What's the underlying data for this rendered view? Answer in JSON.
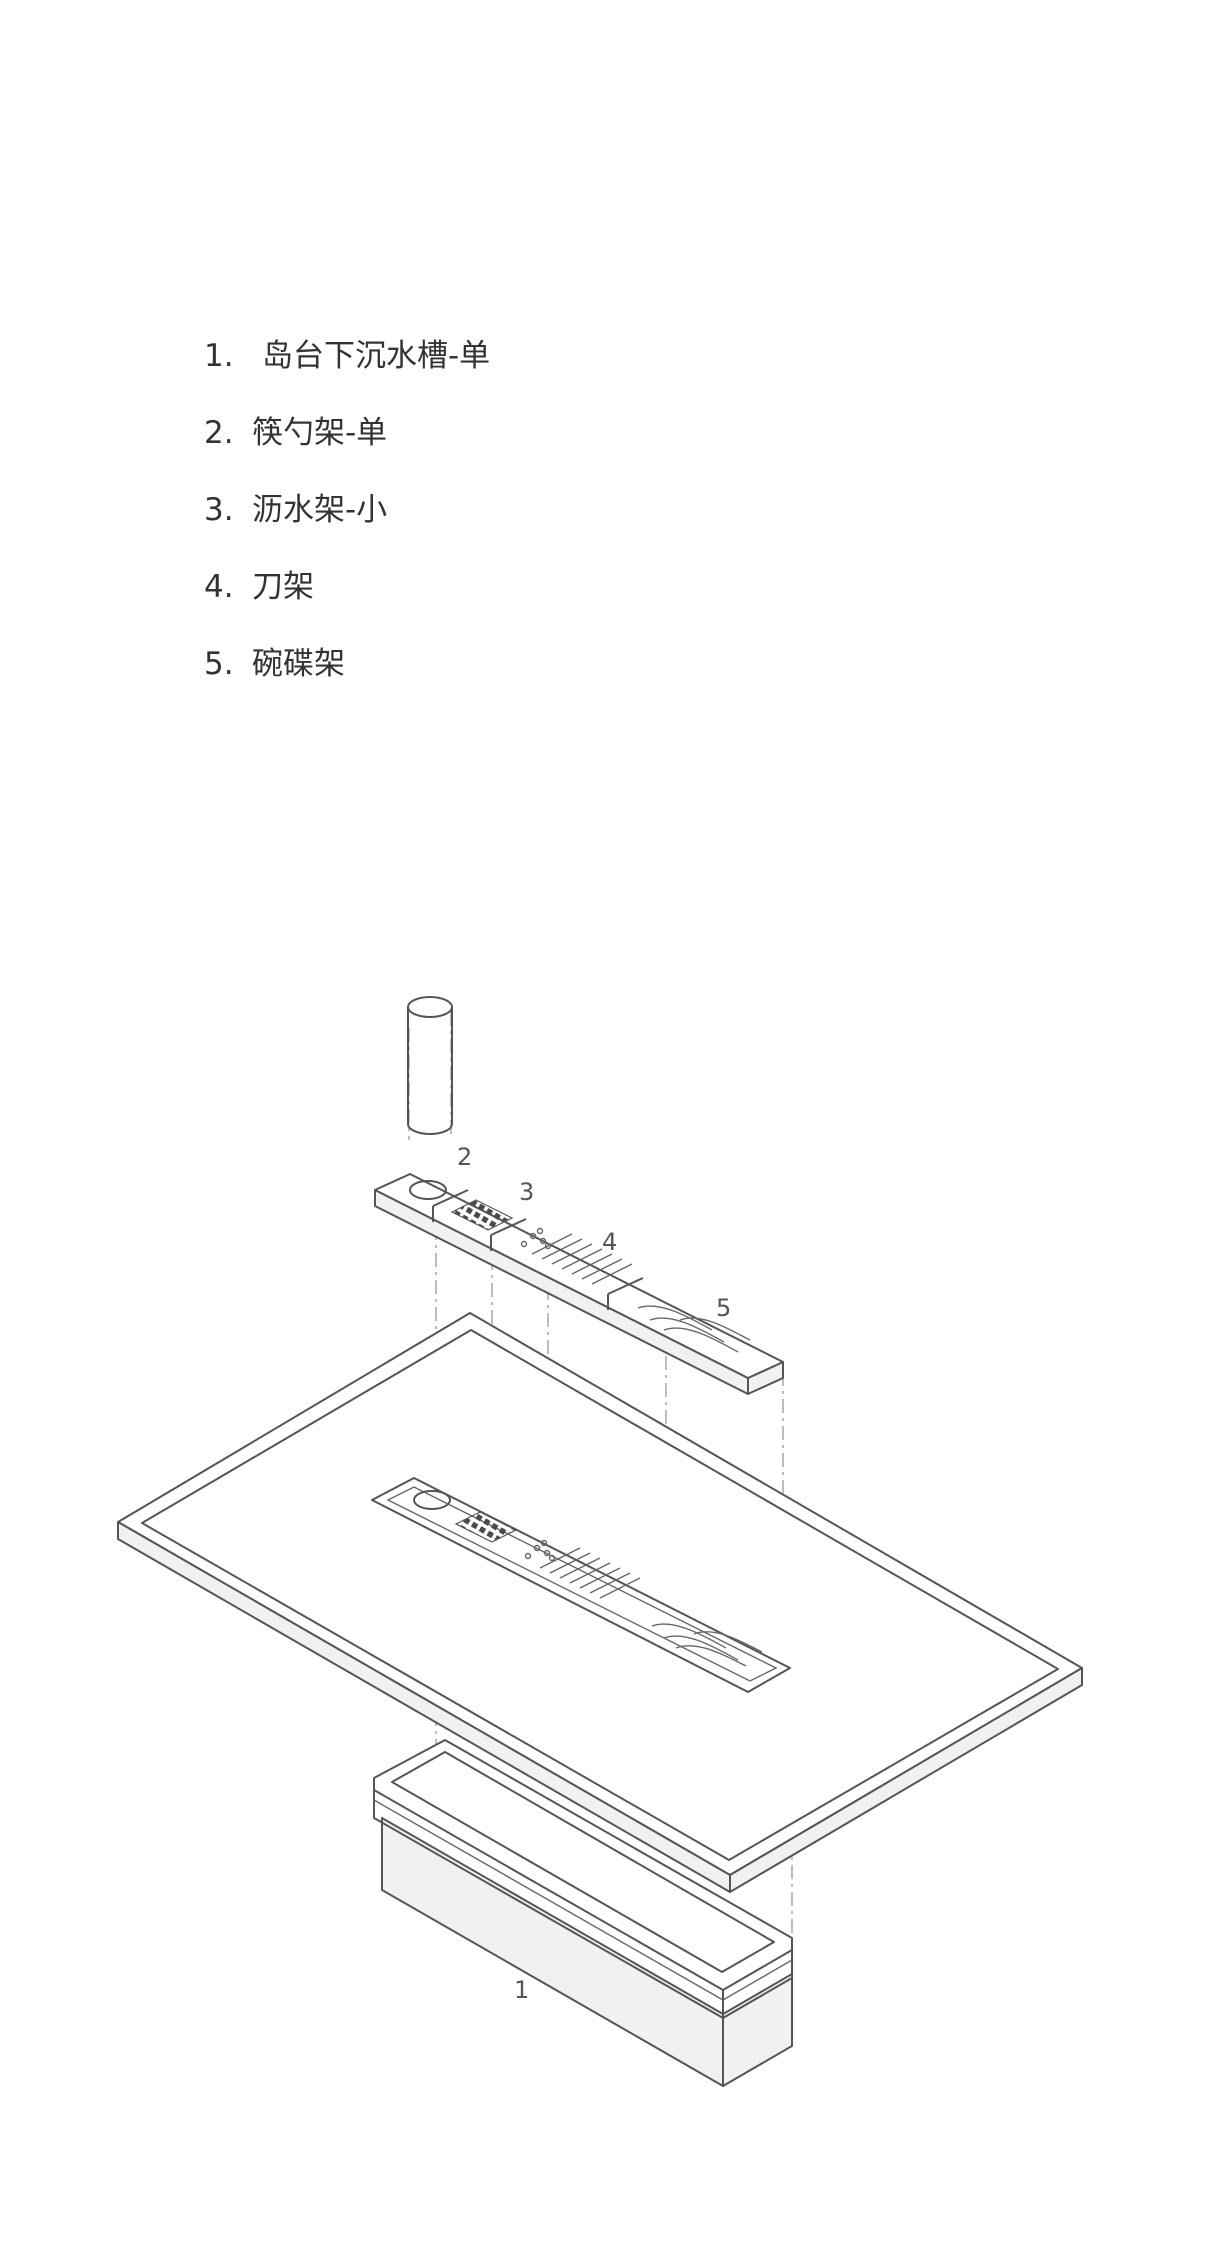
{
  "legend": [
    {
      "num": "1.",
      "text": "岛台下沉水槽-单"
    },
    {
      "num": "2.",
      "text": "筷勺架-单"
    },
    {
      "num": "3.",
      "text": "沥水架-小"
    },
    {
      "num": "4.",
      "text": "刀架"
    },
    {
      "num": "5.",
      "text": "碗碟架"
    }
  ],
  "callouts": {
    "c1": "1",
    "c2": "2",
    "c3": "3",
    "c4": "4",
    "c5": "5"
  }
}
